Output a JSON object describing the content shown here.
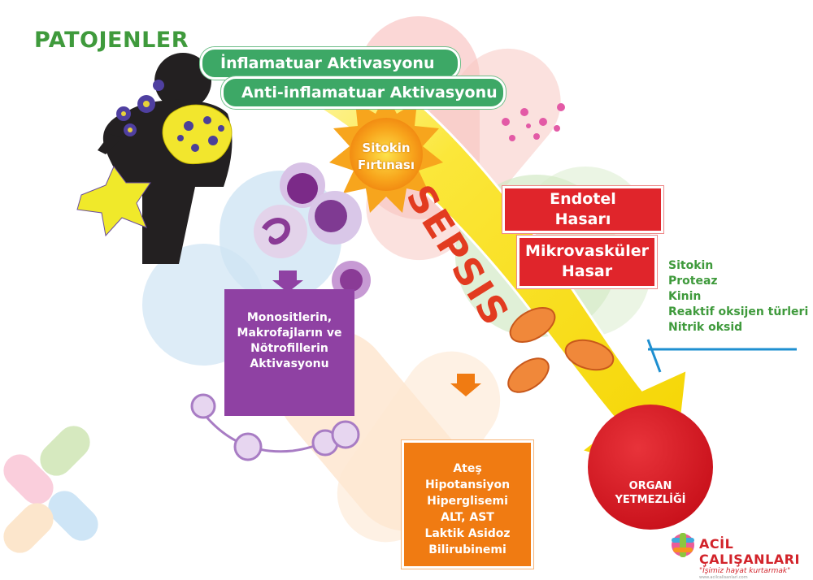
{
  "title": "PATOJENLER",
  "pills": {
    "inflammatory": "İnflamatuar Aktivasyonu",
    "anti_inflammatory": "Anti-inflamatuar Aktivasyonu"
  },
  "cytokine_storm": [
    "Sitokin",
    "Fırtınası"
  ],
  "sepsis_label": "SEPSIS",
  "endothelial": [
    "Endotel",
    "Hasarı"
  ],
  "microvascular": [
    "Mikrovasküler",
    "Hasar"
  ],
  "mediators": [
    "Sitokin",
    "Proteaz",
    "Kinin",
    "Reaktif oksijen türleri",
    "Nitrik oksid"
  ],
  "activation": [
    "Monositlerin,",
    "Makrofajların ve",
    "Nötrofillerin",
    "Aktivasyonu"
  ],
  "symptoms": [
    "Ateş",
    "Hipotansiyon",
    "Hiperglisemi",
    "ALT, AST",
    "Laktik Asidoz",
    "Bilirubinemi"
  ],
  "organ_failure": [
    "ORGAN",
    "YETMEZLİĞİ"
  ],
  "logo": {
    "name": "ACİL ÇALIŞANLARI",
    "slogan": "\"İşimiz hayat kurtarmak\"",
    "url": "www.acilcalisanlari.com"
  },
  "colors": {
    "green": "#3da866",
    "red": "#e0252b",
    "purple": "#8f41a3",
    "orange": "#f07b12",
    "arrow_yellow": "#f7e41a",
    "mediator_bar": "#1e8fd0",
    "organ_red": "#d71920"
  }
}
